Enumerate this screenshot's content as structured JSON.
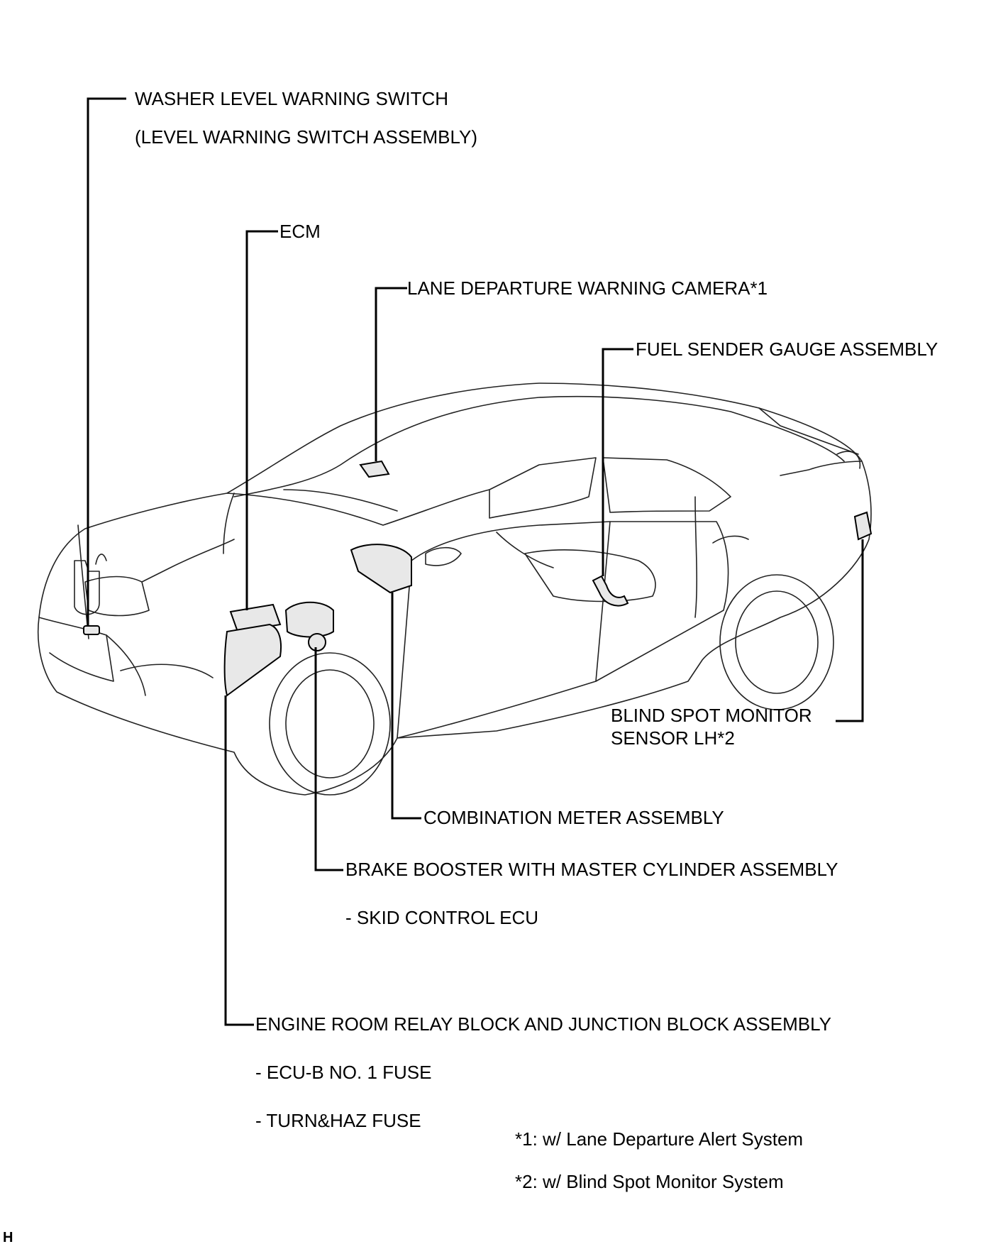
{
  "labels": {
    "washer_line1": "WASHER LEVEL WARNING SWITCH",
    "washer_line2": "(LEVEL WARNING SWITCH ASSEMBLY)",
    "ecm": "ECM",
    "lane_camera": "LANE DEPARTURE WARNING CAMERA*1",
    "fuel_sender": "FUEL SENDER GAUGE ASSEMBLY",
    "blind_spot_line1": "BLIND SPOT MONITOR",
    "blind_spot_line2": "SENSOR LH*2",
    "combination_meter": "COMBINATION METER ASSEMBLY",
    "brake_booster": "BRAKE BOOSTER WITH MASTER CYLINDER ASSEMBLY",
    "skid_control": "- SKID CONTROL ECU",
    "engine_room": "ENGINE ROOM RELAY BLOCK AND JUNCTION BLOCK ASSEMBLY",
    "ecu_b_fuse": "- ECU-B NO. 1 FUSE",
    "turn_haz_fuse": "- TURN&HAZ FUSE"
  },
  "footnotes": {
    "note1": "*1: w/ Lane Departure Alert System",
    "note2": "*2: w/ Blind Spot Monitor System"
  },
  "corner_mark": "H"
}
